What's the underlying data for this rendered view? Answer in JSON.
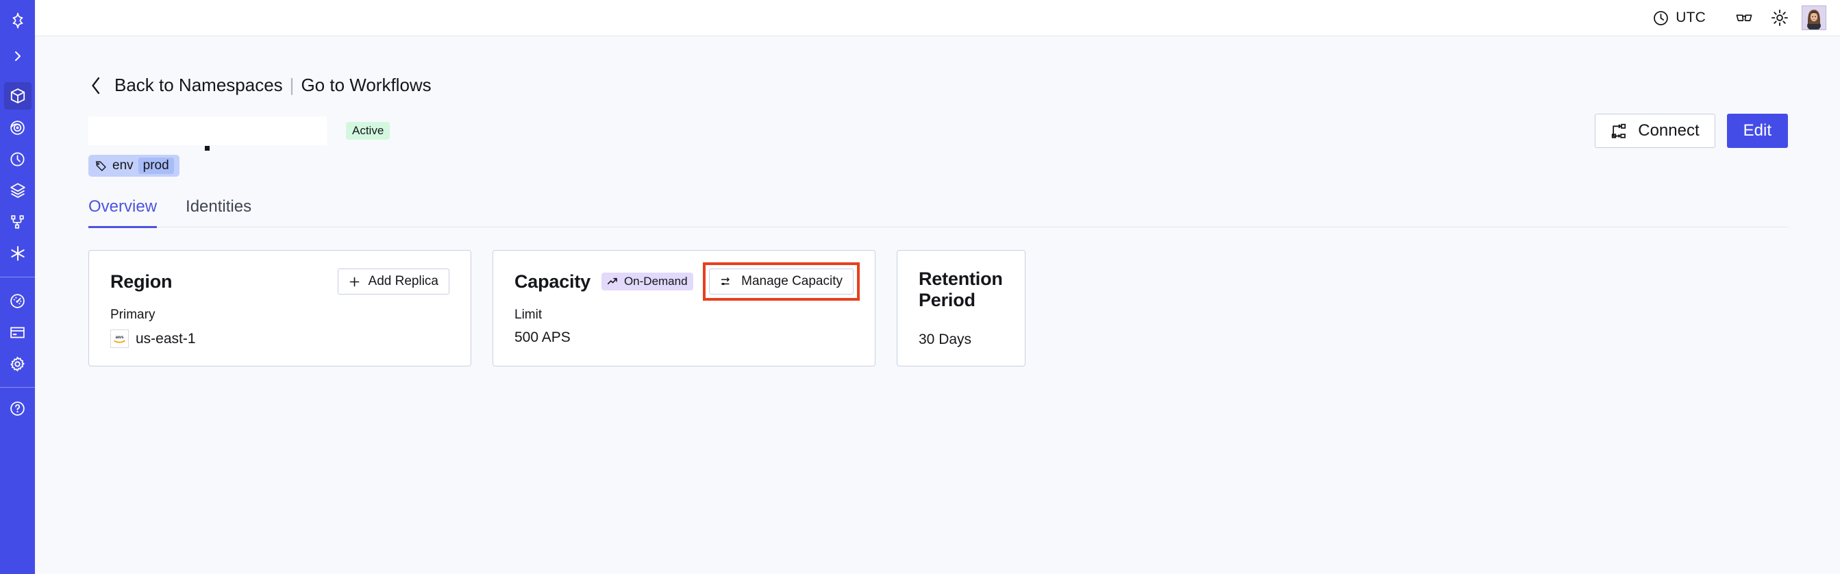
{
  "sidebar": {
    "logo": "temporal-logo",
    "expand_label": "expand-sidebar",
    "items": [
      {
        "icon": "cube-icon",
        "name": "namespaces",
        "active": true
      },
      {
        "icon": "eye-spiral-icon",
        "name": "observability",
        "active": false
      },
      {
        "icon": "timer-icon",
        "name": "schedules",
        "active": false
      },
      {
        "icon": "layers-icon",
        "name": "nexus",
        "active": false
      },
      {
        "icon": "git-branch-icon",
        "name": "workflows",
        "active": false
      },
      {
        "icon": "asterisk-icon",
        "name": "integrations",
        "active": false
      }
    ],
    "bottom_items": [
      {
        "icon": "gauge-icon",
        "name": "usage"
      },
      {
        "icon": "credit-card-icon",
        "name": "billing"
      },
      {
        "icon": "gear-icon",
        "name": "settings"
      }
    ]
  },
  "topbar": {
    "timezone_label": "UTC",
    "timezone_icon": "clock-icon",
    "glasses_icon": "glasses-icon",
    "theme_icon": "sun-icon",
    "avatar": "user-avatar"
  },
  "breadcrumb": {
    "back_icon": "chevron-left-icon",
    "back_label": "Back to Namespaces",
    "divider": "|",
    "forward_label": "Go to Workflows"
  },
  "header": {
    "namespace_name": "",
    "status_badge": "Active",
    "connect_label": "Connect",
    "connect_icon": "connect-icon",
    "edit_label": "Edit"
  },
  "tag": {
    "icon": "tag-icon",
    "key": "env",
    "value": "prod"
  },
  "tabs": [
    {
      "label": "Overview",
      "active": true
    },
    {
      "label": "Identities",
      "active": false
    }
  ],
  "cards": {
    "region": {
      "title": "Region",
      "action_label": "Add Replica",
      "action_icon": "plus-icon",
      "sub_label": "Primary",
      "provider_icon": "aws-logo",
      "value": "us-east-1"
    },
    "capacity": {
      "title": "Capacity",
      "badge_label": "On-Demand",
      "badge_icon": "trending-up-icon",
      "action_label": "Manage Capacity",
      "action_icon": "sliders-icon",
      "highlighted": true,
      "sub_label": "Limit",
      "value": "500 APS"
    },
    "retention": {
      "title": "Retention Period",
      "value": "30  Days"
    }
  },
  "colors": {
    "brand": "#444ce7",
    "sidebar_active": "#3b40c4",
    "page_bg": "#f8f9fc",
    "card_border": "#c8d0e3",
    "status_green": "#d3f8df",
    "badge_purple": "#e2d9fb",
    "tag_blue": "#c3d0fb",
    "tag_value_blue": "#a8bcf8",
    "annotation_red": "#e8401f",
    "tab_active": "#4d53e0"
  }
}
